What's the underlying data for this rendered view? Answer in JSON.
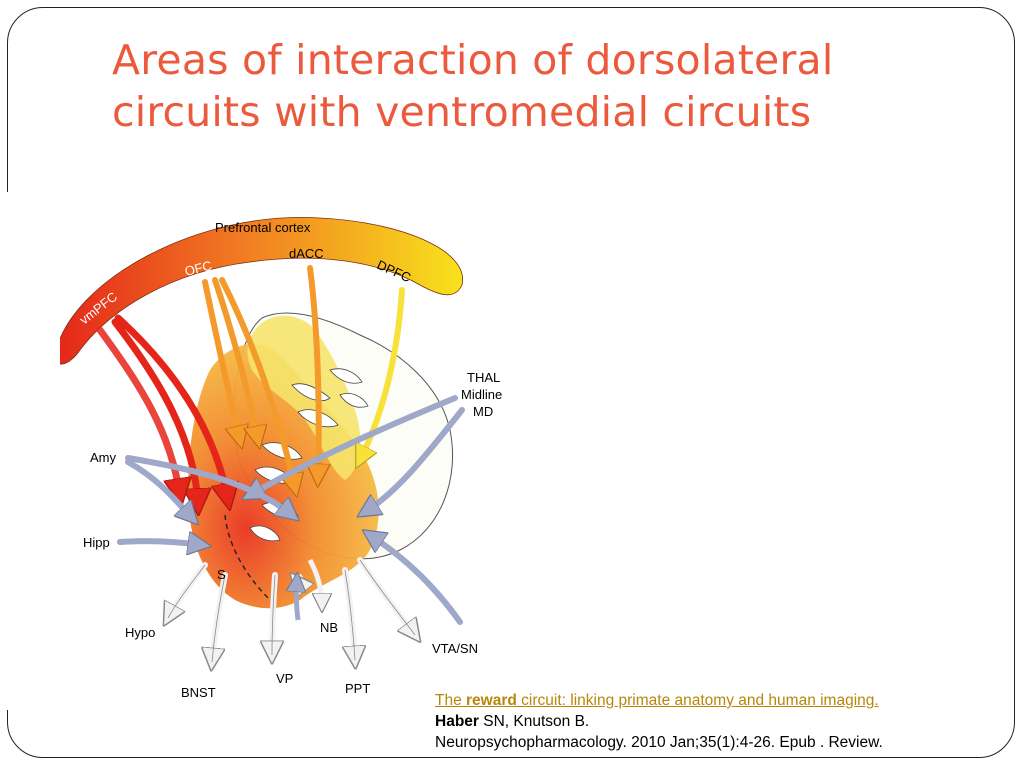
{
  "slide": {
    "title_line1": "Areas of interaction of dorsolateral",
    "title_line2": "circuits with ventromedial circuits"
  },
  "diagram": {
    "cortex_label": "Prefrontal cortex",
    "regions": {
      "vmPFC": "vmPFC",
      "OFC": "OFC",
      "dACC": "dACC",
      "DPFC": "DPFC"
    },
    "inputs": {
      "thal_1": "THAL",
      "thal_2": "Midline",
      "thal_3": "MD",
      "amy": "Amy",
      "hipp": "Hipp"
    },
    "striatum": "S",
    "outputs": {
      "hypo": "Hypo",
      "bnst": "BNST",
      "vp": "VP",
      "nb": "NB",
      "ppt": "PPT",
      "vta_sn": "VTA/SN"
    },
    "colors": {
      "red": "#e8281c",
      "orange": "#f39a2a",
      "light_orange": "#f8b64a",
      "yellow": "#f7e13a",
      "blue_gray": "#9fa8c8",
      "white_arrow": "#f0f0f0"
    }
  },
  "citation": {
    "link_prefix": "The ",
    "link_bold": "reward",
    "link_rest": " circuit: linking primate anatomy and human imaging.",
    "author_bold": "Haber",
    "author_rest": " SN, Knutson B.",
    "journal": "Neuropsychopharmacology. 2010 Jan;35(1):4-26. Epub . Review."
  }
}
